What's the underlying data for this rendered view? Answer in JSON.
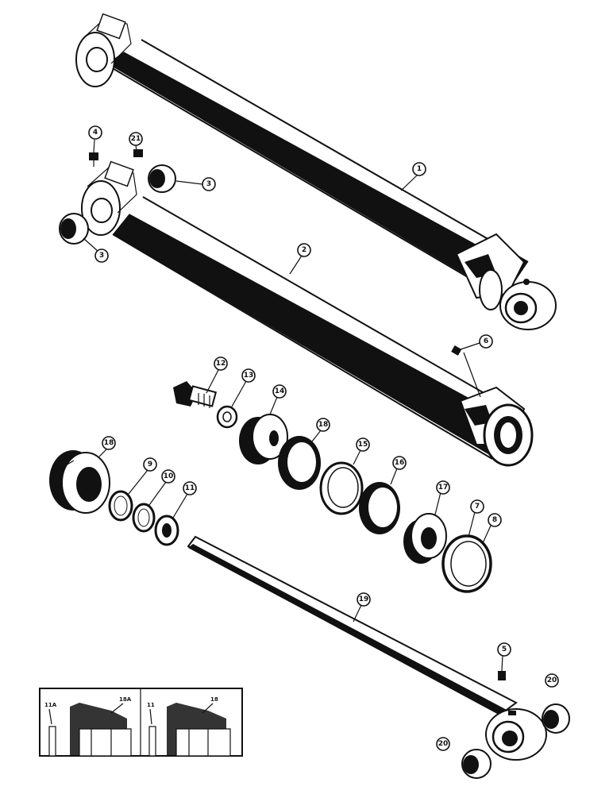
{
  "callouts": [
    {
      "id": "c1",
      "label": "1"
    },
    {
      "id": "c2",
      "label": "2"
    },
    {
      "id": "c3a",
      "label": "3"
    },
    {
      "id": "c3b",
      "label": "3"
    },
    {
      "id": "c4",
      "label": "4"
    },
    {
      "id": "c21",
      "label": "21"
    },
    {
      "id": "c6",
      "label": "6"
    },
    {
      "id": "c12",
      "label": "12"
    },
    {
      "id": "c13",
      "label": "13"
    },
    {
      "id": "c14",
      "label": "14"
    },
    {
      "id": "c15",
      "label": "15"
    },
    {
      "id": "c16",
      "label": "16"
    },
    {
      "id": "c18",
      "label": "18"
    },
    {
      "id": "c17",
      "label": "17"
    },
    {
      "id": "c7",
      "label": "7"
    },
    {
      "id": "c8",
      "label": "8"
    },
    {
      "id": "c9",
      "label": "9"
    },
    {
      "id": "c10",
      "label": "10"
    },
    {
      "id": "c11",
      "label": "11"
    },
    {
      "id": "c19",
      "label": "19"
    },
    {
      "id": "c5",
      "label": "5"
    },
    {
      "id": "c20a",
      "label": "20"
    },
    {
      "id": "c20b",
      "label": "20"
    }
  ],
  "inset": {
    "left_labels": {
      "ring": "11A",
      "part": "18A"
    },
    "right_labels": {
      "ring": "11",
      "part": "18"
    }
  }
}
